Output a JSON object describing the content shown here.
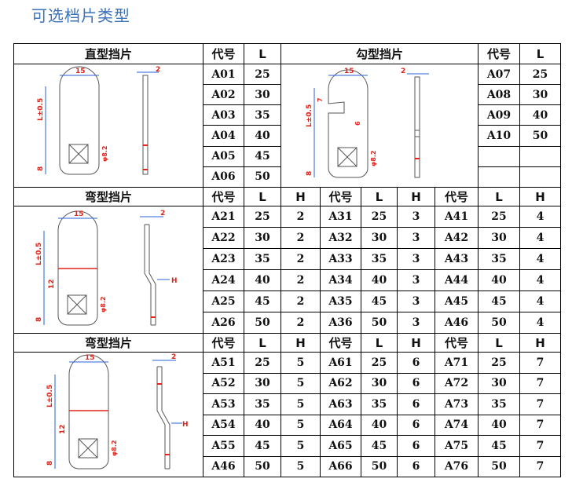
{
  "page_title": "可选档片类型",
  "section1": {
    "left_title": "直型挡片",
    "right_title": "勾型挡片",
    "col_code": "代号",
    "col_L": "L",
    "left_rows": [
      {
        "code": "A01",
        "L": "25"
      },
      {
        "code": "A02",
        "L": "30"
      },
      {
        "code": "A03",
        "L": "35"
      },
      {
        "code": "A04",
        "L": "40"
      },
      {
        "code": "A05",
        "L": "45"
      },
      {
        "code": "A06",
        "L": "50"
      }
    ],
    "right_rows": [
      {
        "code": "A07",
        "L": "25"
      },
      {
        "code": "A08",
        "L": "30"
      },
      {
        "code": "A09",
        "L": "40"
      },
      {
        "code": "A10",
        "L": "50"
      }
    ]
  },
  "section2": {
    "title": "弯型挡片",
    "headers": [
      "代号",
      "L",
      "H",
      "代号",
      "L",
      "H",
      "代号",
      "L",
      "H"
    ],
    "rows": [
      [
        "A21",
        "25",
        "2",
        "A31",
        "25",
        "3",
        "A41",
        "25",
        "4"
      ],
      [
        "A22",
        "30",
        "2",
        "A32",
        "30",
        "3",
        "A42",
        "30",
        "4"
      ],
      [
        "A23",
        "35",
        "2",
        "A33",
        "35",
        "3",
        "A43",
        "35",
        "4"
      ],
      [
        "A24",
        "40",
        "2",
        "A34",
        "40",
        "3",
        "A44",
        "40",
        "4"
      ],
      [
        "A25",
        "45",
        "2",
        "A35",
        "45",
        "3",
        "A45",
        "45",
        "4"
      ],
      [
        "A26",
        "50",
        "2",
        "A36",
        "50",
        "3",
        "A46",
        "50",
        "4"
      ]
    ]
  },
  "section3": {
    "title": "弯型挡片",
    "headers": [
      "代号",
      "L",
      "H",
      "代号",
      "L",
      "H",
      "代号",
      "L",
      "H"
    ],
    "rows": [
      [
        "A51",
        "25",
        "5",
        "A61",
        "25",
        "6",
        "A71",
        "25",
        "7"
      ],
      [
        "A52",
        "30",
        "5",
        "A62",
        "30",
        "6",
        "A72",
        "30",
        "7"
      ],
      [
        "A53",
        "35",
        "5",
        "A63",
        "35",
        "6",
        "A73",
        "35",
        "7"
      ],
      [
        "A54",
        "40",
        "5",
        "A64",
        "40",
        "6",
        "A74",
        "40",
        "7"
      ],
      [
        "A55",
        "45",
        "5",
        "A65",
        "45",
        "6",
        "A75",
        "45",
        "7"
      ],
      [
        "A46",
        "50",
        "5",
        "A66",
        "50",
        "6",
        "A76",
        "50",
        "7"
      ]
    ]
  },
  "drawing_labels": {
    "width": "15",
    "thickness": "2",
    "length": "L±0.5",
    "bottom": "8",
    "hole": "φ8.2",
    "hook_top": "7",
    "hook_mid": "6",
    "bend_h": "H",
    "bend_12": "12"
  }
}
